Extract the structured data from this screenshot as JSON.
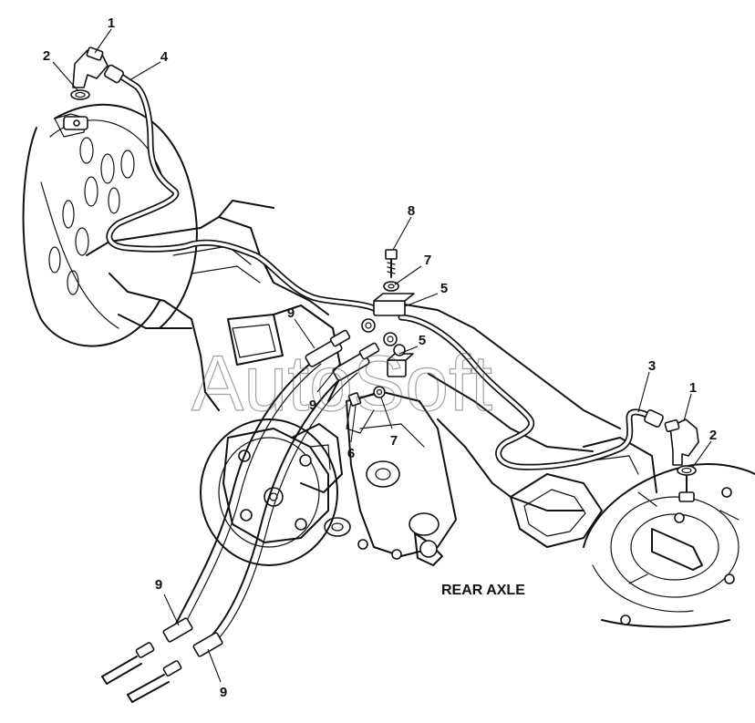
{
  "diagram": {
    "caption": "REAR AXLE",
    "watermark": "AutoSoft",
    "callouts": [
      {
        "id": "callout-1-left",
        "label": "1"
      },
      {
        "id": "callout-2-left",
        "label": "2"
      },
      {
        "id": "callout-4",
        "label": "4"
      },
      {
        "id": "callout-8",
        "label": "8"
      },
      {
        "id": "callout-7-upper",
        "label": "7"
      },
      {
        "id": "callout-5-upper",
        "label": "5"
      },
      {
        "id": "callout-9-upper",
        "label": "9"
      },
      {
        "id": "callout-5-lower",
        "label": "5"
      },
      {
        "id": "callout-9-middle",
        "label": "9"
      },
      {
        "id": "callout-6",
        "label": "6"
      },
      {
        "id": "callout-7-lower",
        "label": "7"
      },
      {
        "id": "callout-3",
        "label": "3"
      },
      {
        "id": "callout-1-right",
        "label": "1"
      },
      {
        "id": "callout-2-right",
        "label": "2"
      },
      {
        "id": "callout-9-bottom-left",
        "label": "9"
      },
      {
        "id": "callout-9-bottom",
        "label": "9"
      }
    ]
  }
}
